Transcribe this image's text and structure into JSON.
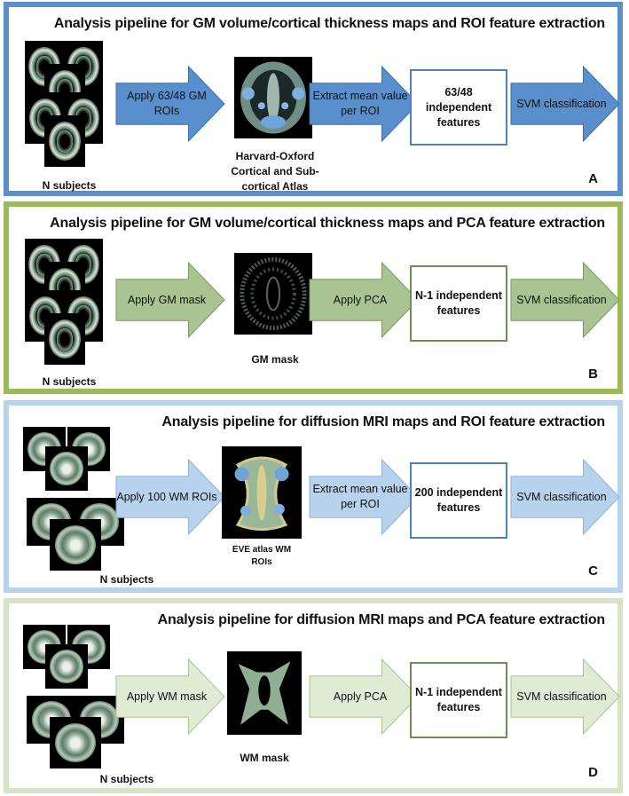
{
  "panels": [
    {
      "id": "A",
      "title": "Analysis pipeline for GM volume/cortical thickness maps and ROI feature extraction",
      "letter": "A",
      "subjects_label": "N subjects",
      "step1": "Apply 63/48 GM ROIs",
      "image_caption": "Harvard-Oxford Cortical and Sub-cortical Atlas",
      "step2": "Extract mean value per ROI",
      "features": "63/48 independent features",
      "classifier": "SVM classification",
      "colors": {
        "border": "#5b8fc9",
        "arrow": "#5a8fcd",
        "arrow_edge": "#3c6ea8",
        "box": "#4f81bd"
      }
    },
    {
      "id": "B",
      "title": "Analysis pipeline for GM volume/cortical thickness maps and PCA feature extraction",
      "letter": "B",
      "subjects_label": "N subjects",
      "step1": "Apply GM mask",
      "image_caption": "GM mask",
      "step2": "Apply PCA",
      "features": "N-1 independent features",
      "classifier": "SVM classification",
      "colors": {
        "border": "#9bbb59",
        "arrow": "#a9c393",
        "arrow_edge": "#7a9a5e",
        "box": "#6f8f50"
      }
    },
    {
      "id": "C",
      "title": "Analysis pipeline for diffusion MRI maps and ROI feature extraction",
      "letter": "C",
      "subjects_label": "N subjects",
      "step1": "Apply 100 WM ROIs",
      "image_caption": "EVE atlas WM ROIs",
      "step2": "Extract mean value per ROI",
      "features": "200 independent features",
      "classifier": "SVM classification",
      "colors": {
        "border": "#b9d3ec",
        "arrow": "#b7d2ec",
        "arrow_edge": "#8fb2d6",
        "box": "#4f81bd"
      }
    },
    {
      "id": "D",
      "title": "Analysis pipeline for diffusion MRI maps and PCA feature extraction",
      "letter": "D",
      "subjects_label": "N subjects",
      "step1": "Apply WM mask",
      "image_caption": "WM mask",
      "step2": "Apply PCA",
      "features": "N-1 independent features",
      "classifier": "SVM classification",
      "colors": {
        "border": "#d6e3c7",
        "arrow": "#e0ebd4",
        "arrow_edge": "#a9c393",
        "box": "#6f8f50"
      }
    }
  ]
}
